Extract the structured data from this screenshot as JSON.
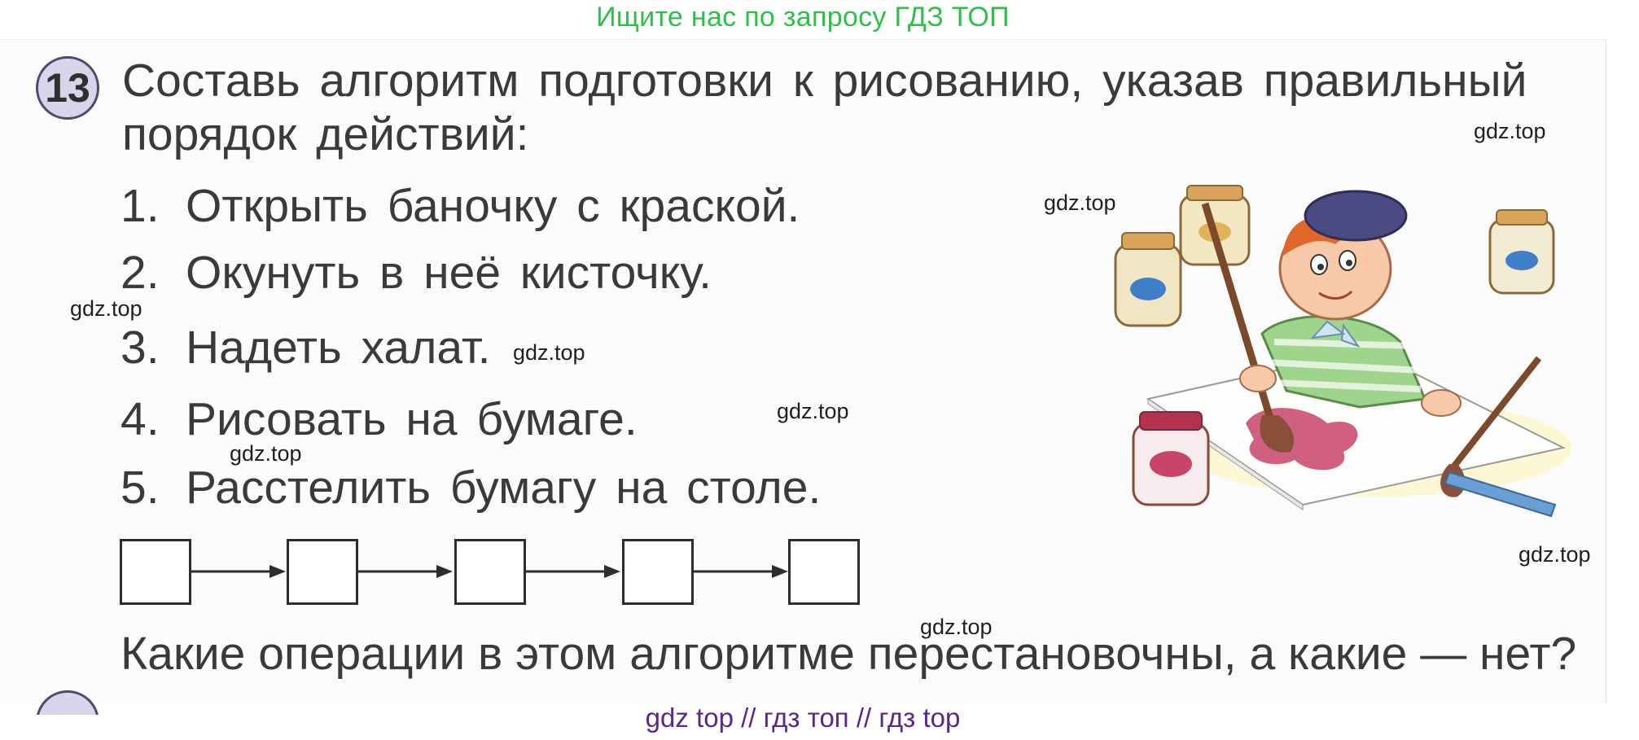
{
  "banner": "Ищите нас по запросу ГДЗ ТОП",
  "task": {
    "number": "13",
    "heading": "Составь алгоритм подготовки к рисованию, указав правильный порядок действий:",
    "steps": [
      {
        "n": "1.",
        "text": "Открыть баночку с краской."
      },
      {
        "n": "2.",
        "text": "Окунуть в неё кисточку."
      },
      {
        "n": "3.",
        "text": "Надеть халат."
      },
      {
        "n": "4.",
        "text": "Рисовать на бумаге."
      },
      {
        "n": "5.",
        "text": "Расстелить бумагу на столе."
      }
    ],
    "answer_boxes": [
      "",
      "",
      "",
      "",
      ""
    ],
    "question": "Какие операции в этом алгоритме перестановочны, а какие — нет?"
  },
  "watermarks": [
    "gdz.top",
    "gdz.top",
    "gdz.top",
    "gdz.top",
    "gdz.top",
    "gdz.top",
    "gdz.top",
    "gdz.top"
  ],
  "footer": "gdz top  //  гдз топ  //  гдз top",
  "colors": {
    "banner": "#2ec14a",
    "footer": "#5b2690",
    "badge_fill": "#d9d3eb",
    "text": "#3a3a3a"
  }
}
